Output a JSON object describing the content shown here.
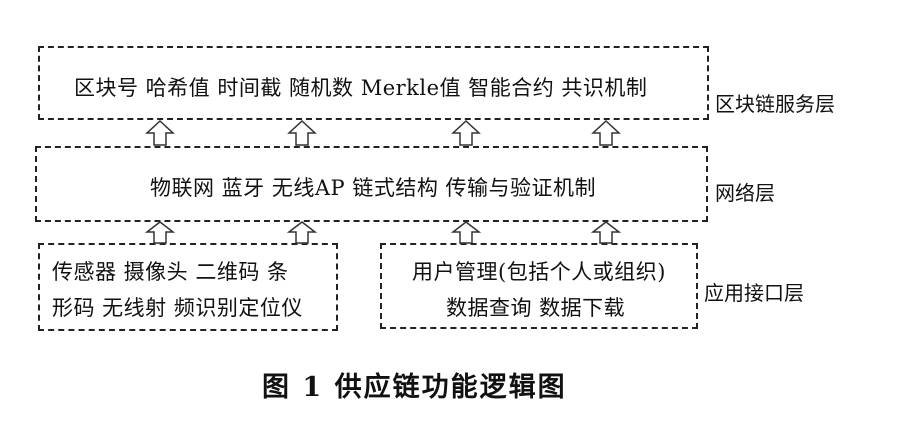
{
  "layers": {
    "service": {
      "label": "区块链服务层",
      "text": "区块号 哈希值 时间截 随机数 Merkle值 智能合约 共识机制"
    },
    "network": {
      "label": "网络层",
      "text": "物联网 蓝牙 无线AP 链式结构 传输与验证机制"
    },
    "interface": {
      "label": "应用接口层",
      "left_line1": "传感器 摄像头 二维码 条",
      "left_line2": "形码 无线射 频识别定位仪",
      "right_line1": "用户管理(包括个人或组织)",
      "right_line2": "数据查询 数据下载"
    }
  },
  "caption": "图 1   供应链功能逻辑图"
}
